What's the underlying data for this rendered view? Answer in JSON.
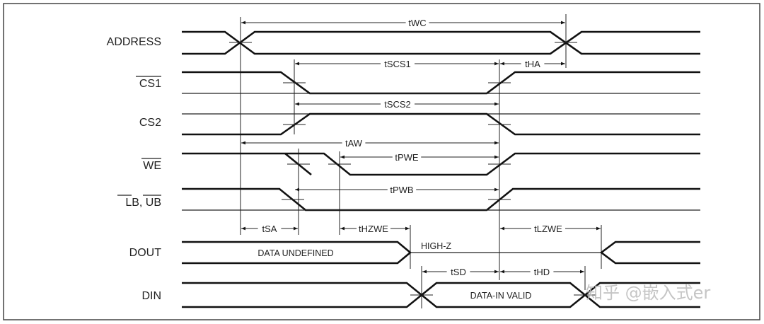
{
  "signals": {
    "address": "ADDRESS",
    "cs1": "CS1",
    "cs2": "CS2",
    "we": "WE",
    "lb_ub": "LB, UB",
    "dout": "DOUT",
    "din": "DIN"
  },
  "timings": {
    "twc": "tWC",
    "tscs1": "tSCS1",
    "tha": "tHA",
    "tscs2": "tSCS2",
    "taw": "tAW",
    "tpwe": "tPWE",
    "tpwb": "tPWB",
    "tsa": "tSA",
    "thzwe": "tHZWE",
    "tlzwe": "tLZWE",
    "tsd": "tSD",
    "thd": "tHD"
  },
  "annotations": {
    "data_undefined": "DATA UNDEFINED",
    "high_z": "HIGH-Z",
    "data_in_valid": "DATA-IN VALID"
  },
  "watermark": "知乎 @嵌入式er"
}
